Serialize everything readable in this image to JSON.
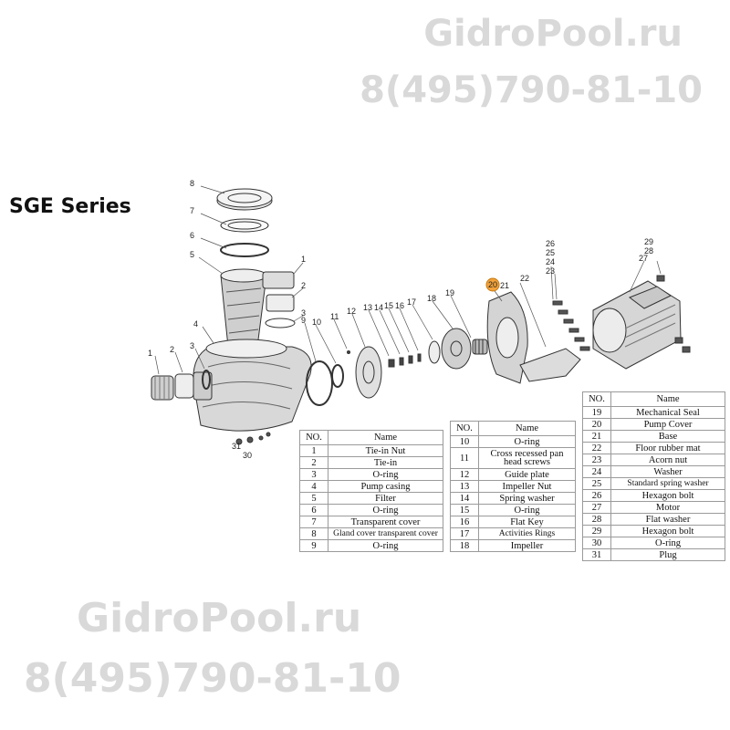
{
  "watermark": {
    "site": "GidroPool.ru",
    "phone": "8(495)790-81-10"
  },
  "title": "SGE Series",
  "callouts": [
    "1",
    "2",
    "3",
    "4",
    "5",
    "6",
    "7",
    "8",
    "9",
    "10",
    "11",
    "12",
    "13",
    "14",
    "15",
    "16",
    "17",
    "18",
    "19",
    "20",
    "21",
    "22",
    "23",
    "24",
    "25",
    "26",
    "27",
    "28",
    "29",
    "30",
    "31"
  ],
  "parts_tables": [
    {
      "header": {
        "no": "NO.",
        "name": "Name"
      },
      "rows": [
        {
          "no": "1",
          "name": "Tie-in Nut"
        },
        {
          "no": "2",
          "name": "Tie-in"
        },
        {
          "no": "3",
          "name": "O-ring"
        },
        {
          "no": "4",
          "name": "Pump casing"
        },
        {
          "no": "5",
          "name": "Filter"
        },
        {
          "no": "6",
          "name": "O-ring"
        },
        {
          "no": "7",
          "name": "Transparent cover"
        },
        {
          "no": "8",
          "name": "Gland cover transparent cover"
        },
        {
          "no": "9",
          "name": "O-ring"
        }
      ]
    },
    {
      "header": {
        "no": "NO.",
        "name": "Name"
      },
      "rows": [
        {
          "no": "10",
          "name": "O-ring"
        },
        {
          "no": "11",
          "name": "Cross recessed pan head screws"
        },
        {
          "no": "12",
          "name": "Guide plate"
        },
        {
          "no": "13",
          "name": "Impeller Nut"
        },
        {
          "no": "14",
          "name": "Spring washer"
        },
        {
          "no": "15",
          "name": "O-ring"
        },
        {
          "no": "16",
          "name": "Flat Key"
        },
        {
          "no": "17",
          "name": "Activities Rings"
        },
        {
          "no": "18",
          "name": "Impeller"
        }
      ]
    },
    {
      "header": {
        "no": "NO.",
        "name": "Name"
      },
      "rows": [
        {
          "no": "19",
          "name": "Mechanical  Seal"
        },
        {
          "no": "20",
          "name": "Pump Cover"
        },
        {
          "no": "21",
          "name": "Base"
        },
        {
          "no": "22",
          "name": "Floor rubber mat"
        },
        {
          "no": "23",
          "name": "Acorn nut"
        },
        {
          "no": "24",
          "name": "Washer"
        },
        {
          "no": "25",
          "name": "Standard spring washer"
        },
        {
          "no": "26",
          "name": "Hexagon bolt"
        },
        {
          "no": "27",
          "name": "Motor"
        },
        {
          "no": "28",
          "name": "Flat washer"
        },
        {
          "no": "29",
          "name": "Hexagon bolt"
        },
        {
          "no": "30",
          "name": "O-ring"
        },
        {
          "no": "31",
          "name": "Plug"
        }
      ]
    }
  ]
}
